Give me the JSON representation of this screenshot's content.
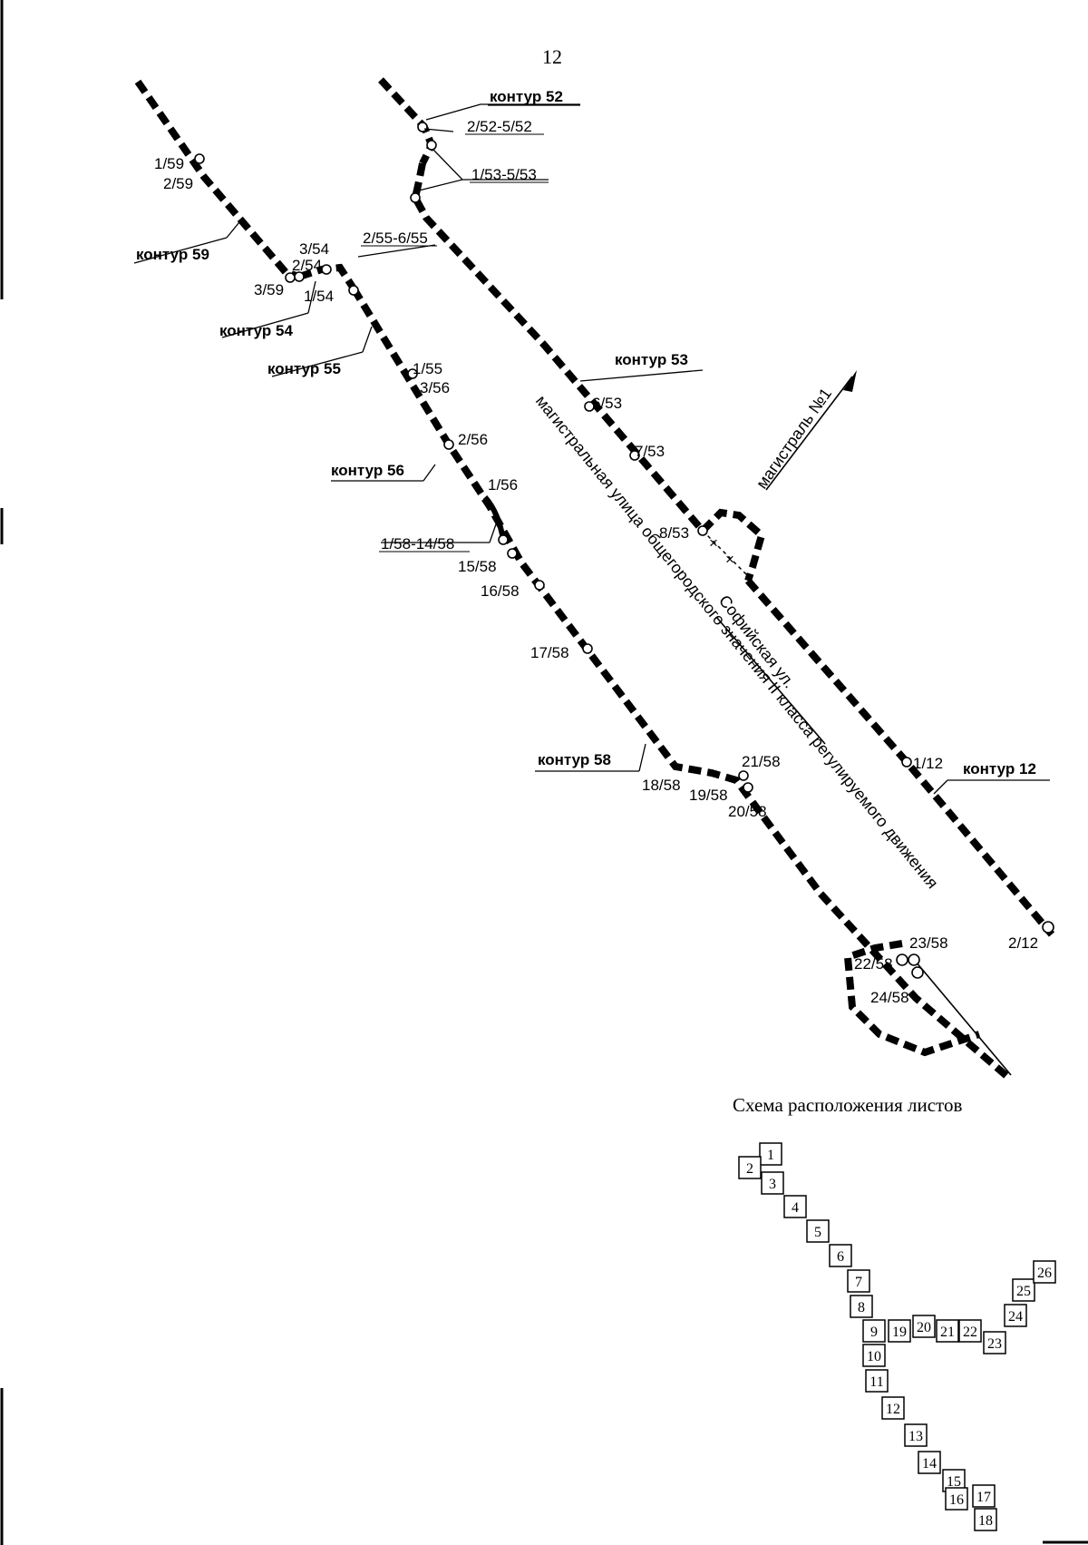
{
  "page_number": "12",
  "contours": {
    "c52": "контур 52",
    "c53": "контур 53",
    "c54": "контур 54",
    "c55": "контур 55",
    "c56": "контур 56",
    "c58": "контур 58",
    "c59": "контур 59",
    "c12": "контур 12"
  },
  "points": {
    "p2_52_5_52": "2/52-5/52",
    "p1_53_5_53": "1/53-5/53",
    "p1_59": "1/59",
    "p2_59": "2/59",
    "p3_59": "3/59",
    "p3_54": "3/54",
    "p2_54": "2/54",
    "p1_54": "1/54",
    "p2_55_6_55": "2/55-6/55",
    "p1_55": "1/55",
    "p3_56": "3/56",
    "p2_56": "2/56",
    "p1_56": "1/56",
    "p1_58_14_58": "1/58-14/58",
    "p15_58": "15/58",
    "p16_58": "16/58",
    "p17_58": "17/58",
    "p18_58": "18/58",
    "p19_58": "19/58",
    "p20_58": "20/58",
    "p21_58": "21/58",
    "p22_58": "22/58",
    "p23_58": "23/58",
    "p24_58": "24/58",
    "p6_53": "6/53",
    "p7_53": "7/53",
    "p8_53": "8/53",
    "p1_12": "1/12",
    "p2_12": "2/12"
  },
  "streets": {
    "magistral": "магистраль №1",
    "sofiyskaya": "Софийская ул.",
    "description": "магистральная улица общегородского значения II класса регулируемого движения"
  },
  "sheet_scheme": {
    "title": "Схема расположения листов",
    "sheets": [
      "1",
      "2",
      "3",
      "4",
      "5",
      "6",
      "7",
      "8",
      "9",
      "10",
      "11",
      "12",
      "13",
      "14",
      "15",
      "16",
      "17",
      "18",
      "19",
      "20",
      "21",
      "22",
      "23",
      "24",
      "25",
      "26"
    ]
  }
}
